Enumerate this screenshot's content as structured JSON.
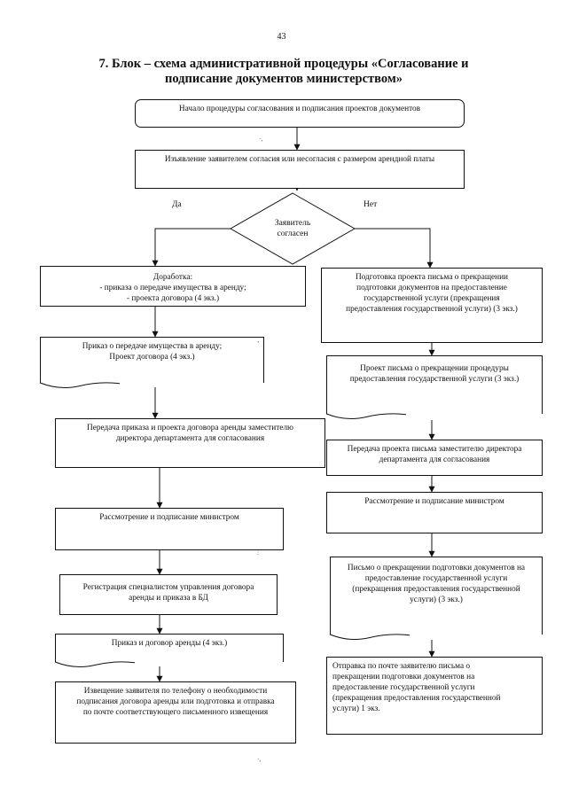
{
  "page": {
    "number": "43",
    "title_line1": "7. Блок – схема административной процедуры «Согласование и",
    "title_line2": "подписание документов министерством»"
  },
  "flow": {
    "start": "Начало процедуры согласования и подписания проектов документов",
    "statement": "Изъявление заявителем согласия или несогласия  с размером арендной платы",
    "decision_line1": "Заявитель",
    "decision_line2": "согласен",
    "yes_label": "Да",
    "no_label": "Нет",
    "left": {
      "rework": "Доработка:\n-  приказа о передаче имущества в аренду;\n- проекта договора (4 экз.)",
      "order_doc": "Приказ о передаче имущества в аренду;\nПроект договора (4 экз.)",
      "transfer": "Передача приказа и проекта договора аренды заместителю\nдиректора департамента для согласования",
      "review": "Рассмотрение и подписание министром",
      "registration": "Регистрация специалистом управления договора\nаренды и приказа в БД",
      "final_doc": "Приказ и договор аренды (4 экз.)",
      "notice": "Извещение заявителя  по телефону о необходимости\nподписания договора аренды или подготовка и отправка\nпо почте  соответствующего письменного извещения"
    },
    "right": {
      "prepare": "Подготовка проекта письма о прекращении\nподготовки документов на предоставление\nгосударственной услуги (прекращения\nпредоставления государственной услуги)  (3 экз.)",
      "draft_doc": "Проект письма о прекращении процедуры\nпредоставления государственной услуги (3 экз.)",
      "transfer": "Передача проекта письма заместителю директора\nдепартамента для согласования",
      "review": "Рассмотрение и подписание министром",
      "letter_doc": "Письмо о прекращении подготовки документов на\nпредоставление государственной услуги\n(прекращения предоставления государственной\nуслуги) (3 экз.)",
      "mail": "Отправка по почте заявителю письма о\nпрекращении подготовки документов на\nпредоставление государственной услуги\n(прекращения предоставления государственной\nуслуги) 1 экз."
    }
  }
}
